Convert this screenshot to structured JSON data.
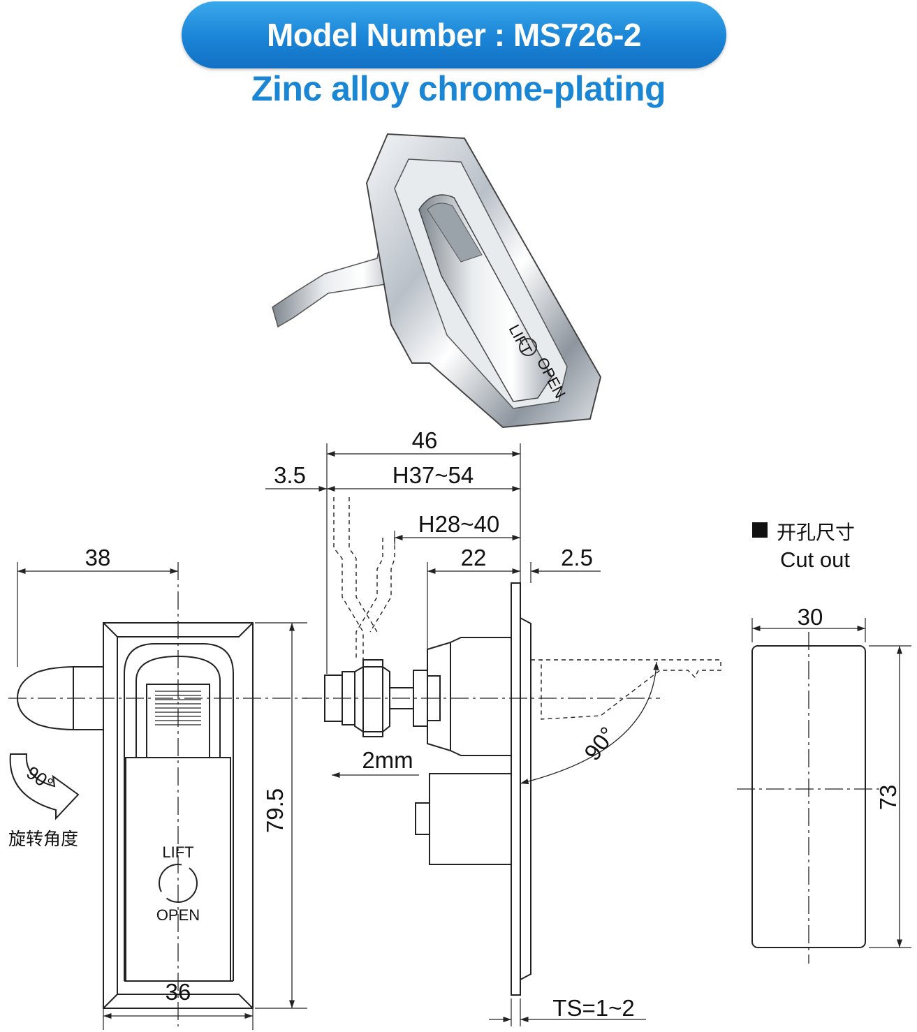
{
  "header": {
    "model": "Model Number : MS726-2",
    "material": "Zinc alloy chrome-plating"
  },
  "photo": {
    "lift_label": "LIFT",
    "open_label": "OPEN"
  },
  "front_view": {
    "dim_width_handle": "38",
    "dim_height": "79.5",
    "dim_width_body": "36",
    "rotation_label": "90°",
    "rotation_caption": "旋转角度",
    "lift_label": "LIFT",
    "open_label": "OPEN"
  },
  "side_view": {
    "dim_overall": "46",
    "dim_offset": "3.5",
    "dim_range_1": "H37~54",
    "dim_range_2": "H28~40",
    "dim_body": "22",
    "dim_flange": "2.5",
    "dim_gap": "2mm",
    "angle": "90°",
    "thickness": "TS=1~2"
  },
  "cutout": {
    "title_cn": "开孔尺寸",
    "title_en": "Cut out",
    "dim_width": "30",
    "dim_height": "73"
  },
  "colors": {
    "banner": "#1a84d6",
    "subtitle": "#1a86d4",
    "line": "#222222"
  }
}
